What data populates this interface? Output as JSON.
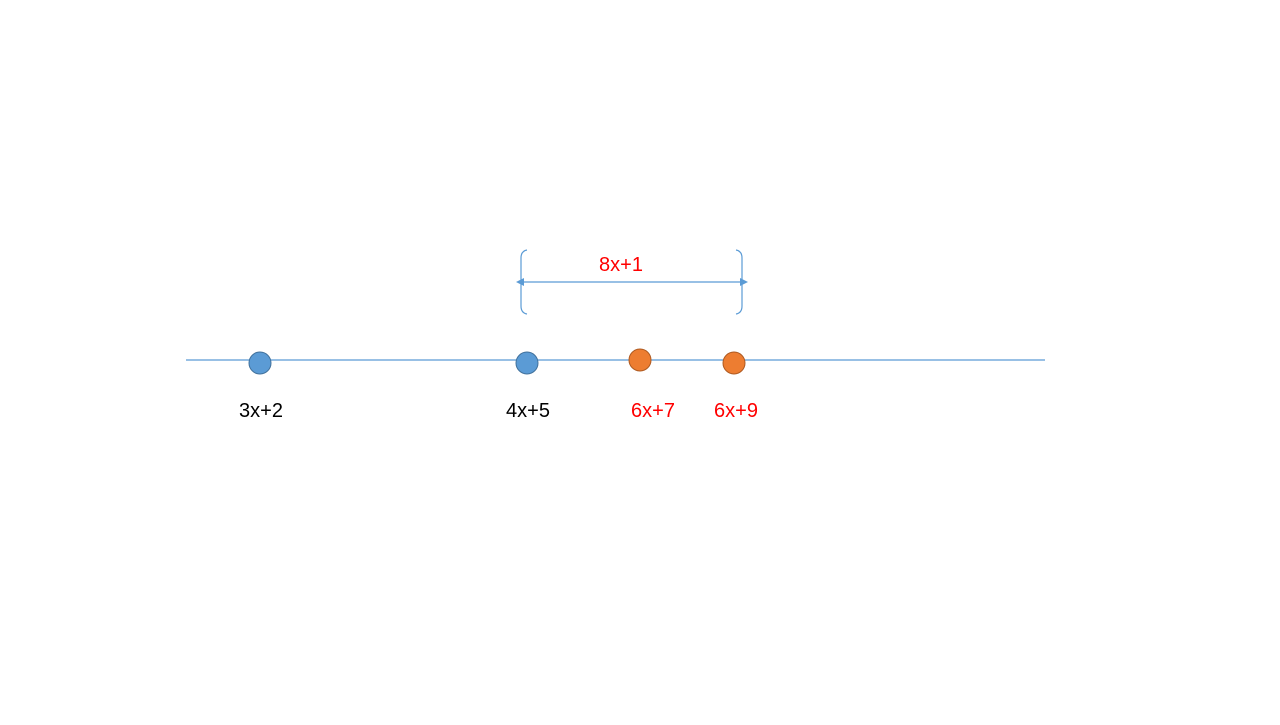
{
  "colors": {
    "line": "#5b9bd5",
    "blue_point": "#5b9bd5",
    "blue_point_stroke": "#41719c",
    "orange_point": "#ed7d31",
    "orange_point_stroke": "#ae5a21",
    "black_text": "#000000",
    "red_text": "#ff0000"
  },
  "points": [
    {
      "label": "3x+2",
      "fill": "blue"
    },
    {
      "label": "4x+5",
      "fill": "blue"
    },
    {
      "label": "6x+7",
      "fill": "orange"
    },
    {
      "label": "6x+9",
      "fill": "orange"
    }
  ],
  "interval": {
    "label": "8x+1",
    "from_point": "4x+5",
    "to_point": "6x+9"
  }
}
